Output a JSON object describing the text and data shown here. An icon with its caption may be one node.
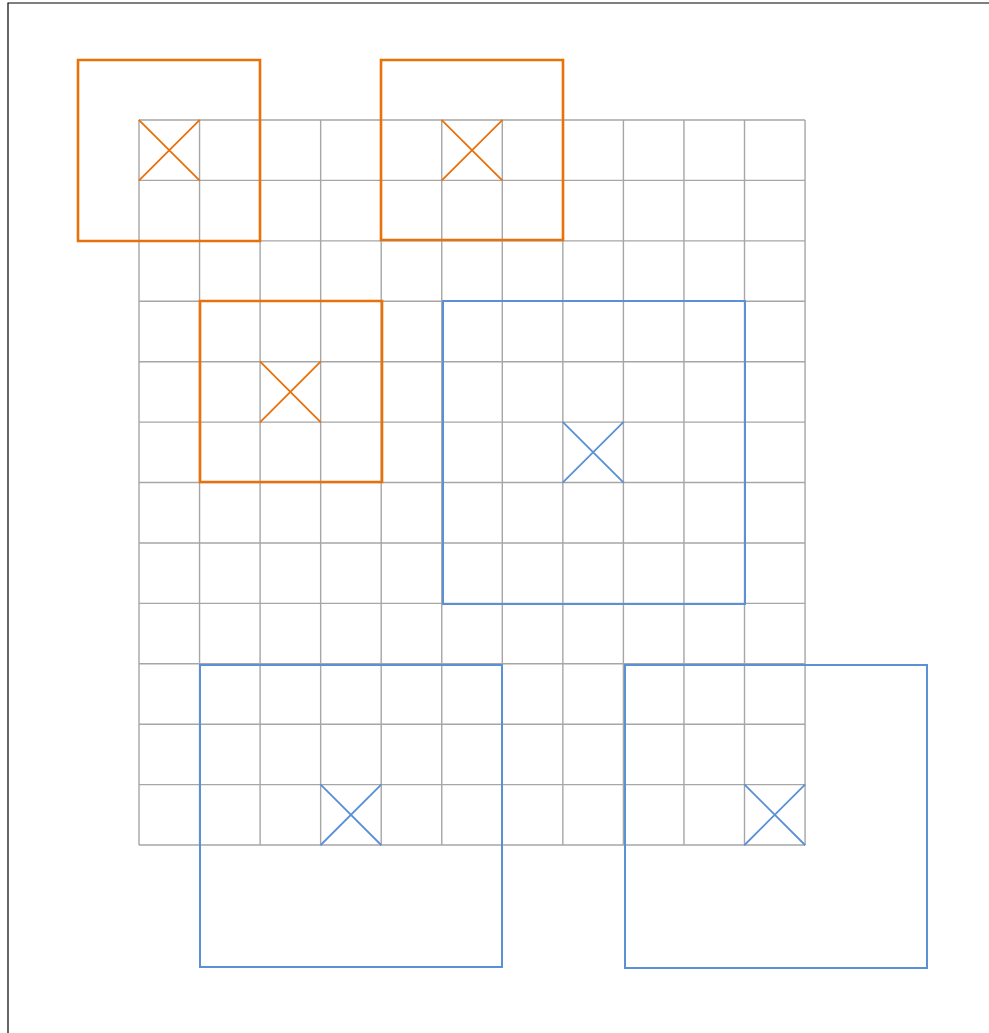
{
  "diagram": {
    "nodes": [
      {
        "text": [],
        "shape": "box"
      },
      {
        "text": [],
        "shape": "cross",
        "in": 0
      },
      {
        "text": [],
        "shape": "box"
      },
      {
        "text": [],
        "shape": "cross",
        "in": 2
      },
      {
        "text": [],
        "shape": "box"
      },
      {
        "text": [],
        "shape": "cross",
        "in": 4
      },
      {
        "text": [],
        "shape": "box"
      },
      {
        "text": [],
        "shape": "cross",
        "in": 6
      },
      {
        "text": [],
        "shape": "box"
      },
      {
        "text": [],
        "shape": "cross",
        "in": 8
      },
      {
        "text": [],
        "shape": "box"
      },
      {
        "text": [],
        "shape": "cross",
        "in": 10
      }
    ]
  }
}
